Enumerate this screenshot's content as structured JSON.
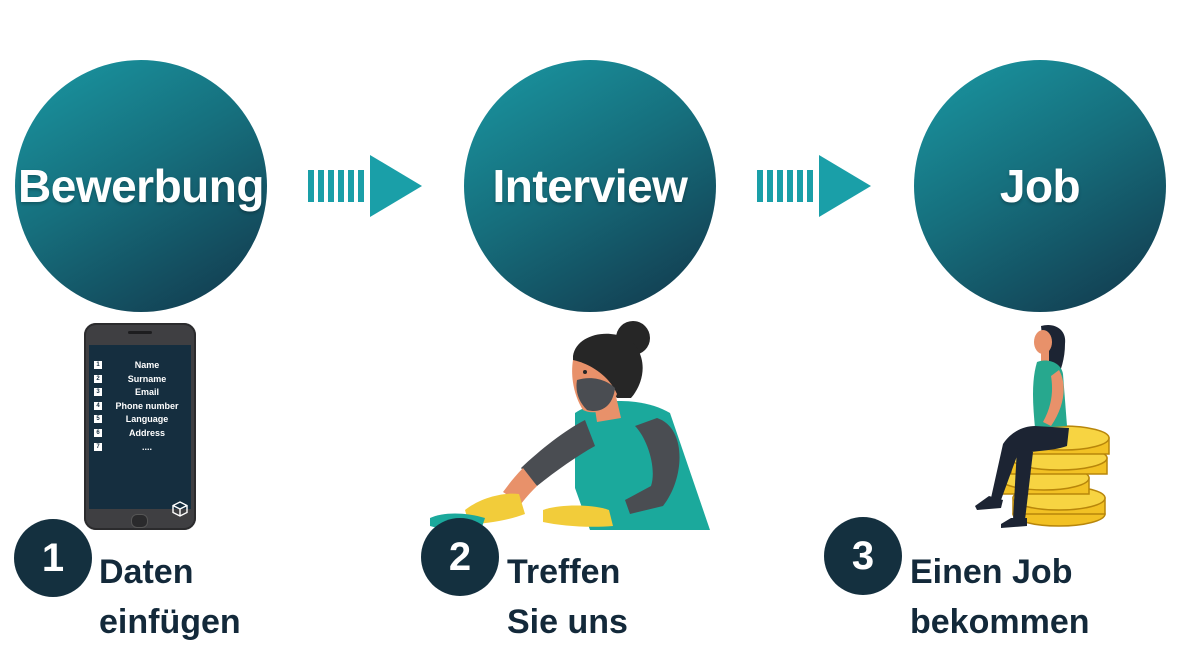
{
  "steps": [
    {
      "title": "Bewerbung",
      "number": "1",
      "line1": "Daten",
      "line2": "einfügen"
    },
    {
      "title": "Interview",
      "number": "2",
      "line1": "Treffen",
      "line2": "Sie uns"
    },
    {
      "title": "Job",
      "number": "3",
      "line1": "Einen Job",
      "line2": "bekommen"
    }
  ],
  "phone_form": {
    "items": [
      {
        "num": "1",
        "label": "Name"
      },
      {
        "num": "2",
        "label": "Surname"
      },
      {
        "num": "3",
        "label": "Email"
      },
      {
        "num": "4",
        "label": "Phone number"
      },
      {
        "num": "5",
        "label": "Language"
      },
      {
        "num": "6",
        "label": "Address"
      },
      {
        "num": "7",
        "label": "...."
      }
    ]
  },
  "icons": {
    "arrow": "arrow-right-icon",
    "phone": "smartphone-icon",
    "phone_logo": "box-logo-icon",
    "cleaner": "person-cleaning-icon",
    "sitter": "person-on-coins-icon"
  },
  "colors": {
    "circle_start": "#1a98a3",
    "circle_end": "#12364a",
    "arrow": "#1a9fa8",
    "badge": "#14303f",
    "text": "#13293a"
  }
}
